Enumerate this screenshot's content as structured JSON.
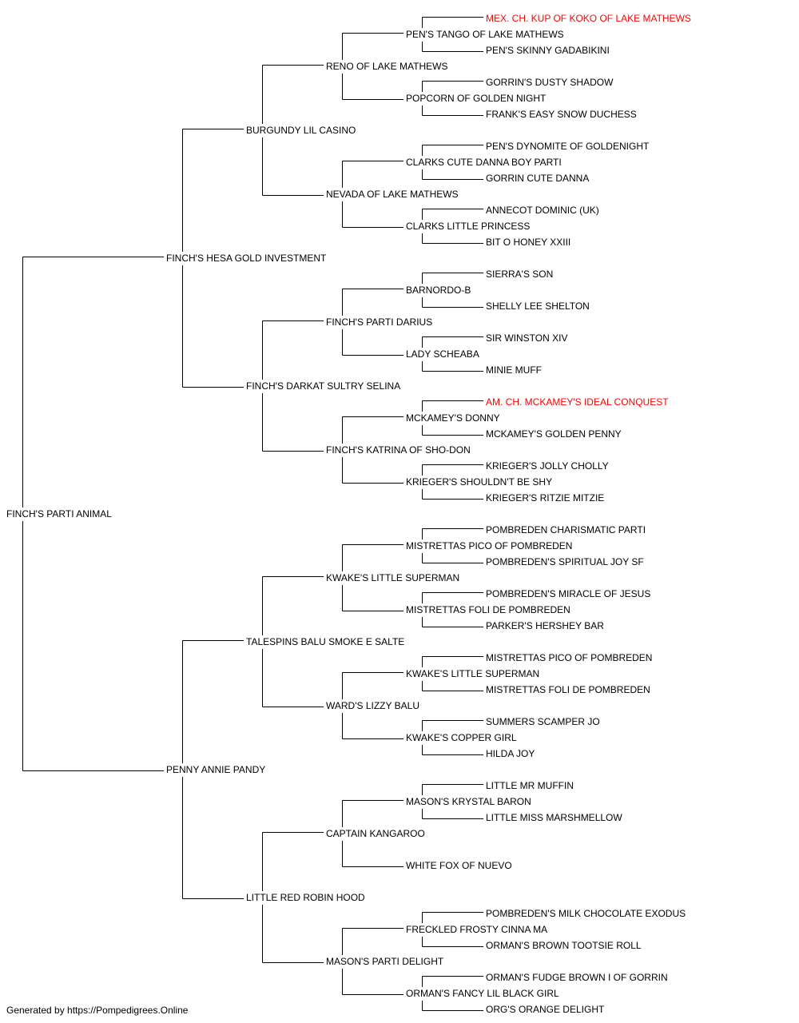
{
  "colors": {
    "text": "#000000",
    "champion": "#ff0000",
    "line": "#000000"
  },
  "footer": "Generated by https://Pompedigrees.Online",
  "pedigree": {
    "name": "FINCH'S PARTI ANIMAL",
    "sire": {
      "name": "FINCH'S HESA GOLD INVESTMENT",
      "sire": {
        "name": "BURGUNDY LIL CASINO",
        "sire": {
          "name": "RENO OF LAKE MATHEWS",
          "sire": {
            "name": "PEN'S TANGO OF LAKE MATHEWS",
            "sire": {
              "name": "MEX. CH. KUP OF KOKO OF LAKE MATHEWS",
              "champion": true
            },
            "dam": {
              "name": "PEN'S SKINNY GADABIKINI"
            }
          },
          "dam": {
            "name": "POPCORN OF GOLDEN NIGHT",
            "sire": {
              "name": "GORRIN'S DUSTY SHADOW"
            },
            "dam": {
              "name": "FRANK'S EASY SNOW DUCHESS"
            }
          }
        },
        "dam": {
          "name": "NEVADA OF LAKE MATHEWS",
          "sire": {
            "name": "CLARKS CUTE DANNA BOY PARTI",
            "sire": {
              "name": "PEN'S DYNOMITE OF GOLDENIGHT"
            },
            "dam": {
              "name": "GORRIN CUTE DANNA"
            }
          },
          "dam": {
            "name": "CLARKS LITTLE PRINCESS",
            "sire": {
              "name": "ANNECOT DOMINIC (UK)"
            },
            "dam": {
              "name": "BIT O HONEY XXIII"
            }
          }
        }
      },
      "dam": {
        "name": "FINCH'S DARKAT SULTRY SELINA",
        "sire": {
          "name": "FINCH'S PARTI DARIUS",
          "sire": {
            "name": "BARNORDO-B",
            "sire": {
              "name": "SIERRA'S SON"
            },
            "dam": {
              "name": "SHELLY LEE SHELTON"
            }
          },
          "dam": {
            "name": "LADY SCHEABA",
            "sire": {
              "name": "SIR WINSTON XIV"
            },
            "dam": {
              "name": "MINIE MUFF"
            }
          }
        },
        "dam": {
          "name": "FINCH'S KATRINA OF SHO-DON",
          "sire": {
            "name": "MCKAMEY'S DONNY",
            "sire": {
              "name": "AM. CH. MCKAMEY'S IDEAL CONQUEST",
              "champion": true
            },
            "dam": {
              "name": "MCKAMEY'S GOLDEN PENNY"
            }
          },
          "dam": {
            "name": "KRIEGER'S SHOULDN'T BE SHY",
            "sire": {
              "name": "KRIEGER'S JOLLY CHOLLY"
            },
            "dam": {
              "name": "KRIEGER'S RITZIE MITZIE"
            }
          }
        }
      }
    },
    "dam": {
      "name": "PENNY ANNIE PANDY",
      "sire": {
        "name": "TALESPINS BALU SMOKE E SALTE",
        "sire": {
          "name": "KWAKE'S LITTLE SUPERMAN",
          "sire": {
            "name": "MISTRETTAS PICO OF POMBREDEN",
            "sire": {
              "name": "POMBREDEN CHARISMATIC PARTI"
            },
            "dam": {
              "name": "POMBREDEN'S SPIRITUAL JOY SF"
            }
          },
          "dam": {
            "name": "MISTRETTAS FOLI DE POMBREDEN",
            "sire": {
              "name": "POMBREDEN'S MIRACLE OF JESUS"
            },
            "dam": {
              "name": "PARKER'S HERSHEY BAR"
            }
          }
        },
        "dam": {
          "name": "WARD'S LIZZY BALU",
          "sire": {
            "name": "KWAKE'S LITTLE SUPERMAN",
            "sire": {
              "name": "MISTRETTAS PICO OF POMBREDEN"
            },
            "dam": {
              "name": "MISTRETTAS FOLI DE POMBREDEN"
            }
          },
          "dam": {
            "name": "KWAKE'S COPPER GIRL",
            "sire": {
              "name": "SUMMERS SCAMPER JO"
            },
            "dam": {
              "name": "HILDA JOY"
            }
          }
        }
      },
      "dam": {
        "name": "LITTLE RED ROBIN HOOD",
        "sire": {
          "name": "CAPTAIN KANGAROO",
          "sire": {
            "name": "MASON'S KRYSTAL BARON",
            "sire": {
              "name": "LITTLE MR MUFFIN"
            },
            "dam": {
              "name": "LITTLE MISS MARSHMELLOW"
            }
          },
          "dam": {
            "name": "WHITE FOX OF NUEVO"
          }
        },
        "dam": {
          "name": "MASON'S PARTI DELIGHT",
          "sire": {
            "name": "FRECKLED FROSTY CINNA MA",
            "sire": {
              "name": "POMBREDEN'S MILK CHOCOLATE EXODUS"
            },
            "dam": {
              "name": "ORMAN'S BROWN TOOTSIE ROLL"
            }
          },
          "dam": {
            "name": "ORMAN'S FANCY LIL BLACK GIRL",
            "sire": {
              "name": "ORMAN'S FUDGE BROWN I OF GORRIN"
            },
            "dam": {
              "name": "ORG'S ORANGE DELIGHT"
            }
          }
        }
      }
    }
  }
}
